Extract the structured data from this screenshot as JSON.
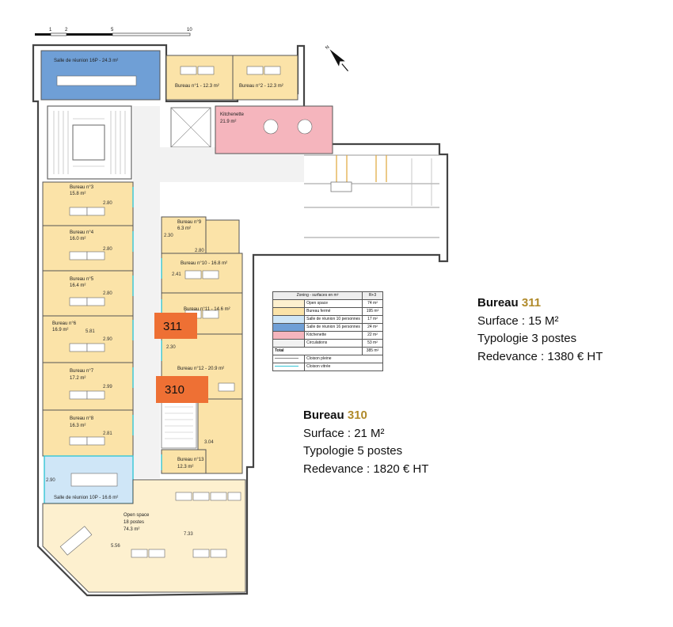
{
  "scale_bar": {
    "ticks": [
      "1",
      "2",
      "5",
      "10"
    ]
  },
  "rooms": {
    "reunion16": {
      "label": "Salle de réunion 16P - 24.3 m²"
    },
    "bureau1": {
      "label": "Bureau n°1 - 12.3 m²"
    },
    "bureau2": {
      "label": "Bureau n°2 - 12.3 m²"
    },
    "kitchenette": {
      "label": "Kitchenette",
      "area": "21.9 m²"
    },
    "bureau3": {
      "label": "Bureau n°3",
      "area": "15.8 m²",
      "dim": "2.80"
    },
    "bureau4": {
      "label": "Bureau n°4",
      "area": "16.0 m²",
      "dim": "2.80"
    },
    "bureau5": {
      "label": "Bureau n°5",
      "area": "16.4 m²",
      "dim": "2.80"
    },
    "bureau6": {
      "label": "Bureau n°6",
      "area": "16.9 m²",
      "dim": "2.90",
      "dim2": "5.81"
    },
    "bureau7": {
      "label": "Bureau n°7",
      "area": "17.2 m²",
      "dim": "2.99"
    },
    "bureau8": {
      "label": "Bureau n°8",
      "area": "16.3 m²",
      "dim": "2.81"
    },
    "bureau9": {
      "label": "Bureau n°9",
      "area": "6.3 m²",
      "dim": "2.30",
      "dim2": "2.80"
    },
    "bureau10": {
      "label": "Bureau n°10 - 16.8 m²",
      "dim": "2.41"
    },
    "bureau11": {
      "label": "Bureau n°11 - 14.6 m²"
    },
    "bureau12": {
      "label": "Bureau n°12 - 20.9 m²",
      "dim": "2.30"
    },
    "bureau13": {
      "label": "Bureau n°13",
      "area": "12.3 m²",
      "dim": "3.04"
    },
    "reunion10": {
      "label": "Salle de réunion 10P - 16.6 m²",
      "dim": "2.90"
    },
    "openspace": {
      "label": "Open space",
      "posts": "18 postes",
      "area": "74.3 m²",
      "dim": "5.56",
      "dim2": "7.33"
    }
  },
  "markers": {
    "m311": "311",
    "m310": "310"
  },
  "legend": {
    "header": "Zoning - surfaces en m²",
    "header_value": "R+3",
    "rows": [
      {
        "label": "Open space",
        "value": "74 m²",
        "color": "#fdf0cf"
      },
      {
        "label": "Bureau fermé",
        "value": "195 m²",
        "color": "#fbe3a8"
      },
      {
        "label": "Salle de réunion 10 personnes",
        "value": "17 m²",
        "color": "#cfe6f7"
      },
      {
        "label": "Salle de réunion 16 personnes",
        "value": "24 m²",
        "color": "#6f9fd6"
      },
      {
        "label": "Kitchenette",
        "value": "22 m²",
        "color": "#f5b5bd"
      },
      {
        "label": "Circulations",
        "value": "53 m²",
        "color": "#f2f2f2"
      }
    ],
    "total_label": "Total",
    "total_value": "385 m²",
    "walls": [
      {
        "label": "Cloison pleine",
        "color": "#888888"
      },
      {
        "label": "Cloison vitrée",
        "color": "#35c6d6"
      }
    ]
  },
  "info311": {
    "title_word": "Bureau",
    "number": "311",
    "surface": "Surface : 15 M²",
    "typologie": "Typologie 3 postes",
    "redevance": "Redevance : 1380 € HT"
  },
  "info310": {
    "title_word": "Bureau",
    "number": "310",
    "surface": "Surface : 21 M²",
    "typologie": "Typologie 5 postes",
    "redevance": "Redevance : 1820 € HT"
  },
  "colors": {
    "bureau": "#fbe3a8",
    "openspace": "#fdf0cf",
    "reunion16": "#6f9fd6",
    "reunion10": "#cfe6f7",
    "kitchen": "#f5b5bd",
    "circulation": "#f2f2f2",
    "marker": "#ee7034",
    "accent_text": "#b08a2a"
  }
}
